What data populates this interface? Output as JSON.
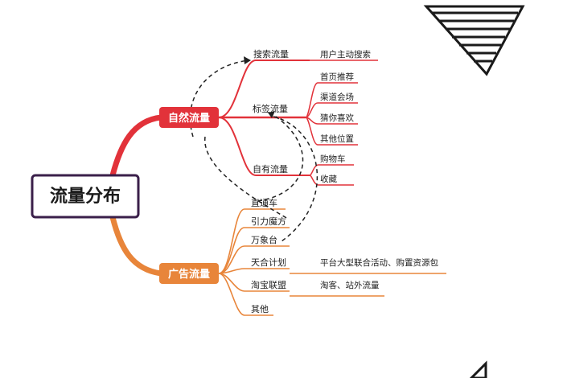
{
  "root": {
    "label": "流量分布"
  },
  "branch_natural": {
    "label": "自然流量",
    "color": "#e2323a",
    "sub_search": {
      "label": "搜索流量",
      "leaf": "用户主动搜索"
    },
    "sub_tag": {
      "label": "标签流量",
      "leaves": [
        "首页推荐",
        "渠道会场",
        "猜你喜欢",
        "其他位置"
      ]
    },
    "sub_own": {
      "label": "自有流量",
      "leaves": [
        "购物车",
        "收藏"
      ]
    }
  },
  "branch_ad": {
    "label": "广告流量",
    "color": "#e8853a",
    "items": {
      "zhitongche": "直通车",
      "yinli": "引力魔方",
      "wanxiang": "万象台",
      "tianhe": "天合计划",
      "taobaolianmeng": "淘宝联盟",
      "qita": "其他"
    },
    "tianhe_leaf": "平台大型联合活动、购置资源包",
    "lianmeng_leaf": "淘客、站外流量"
  },
  "colors": {
    "root_border": "#3a1f4a",
    "red": "#e2323a",
    "orange": "#e8853a",
    "dashed": "#222222"
  }
}
